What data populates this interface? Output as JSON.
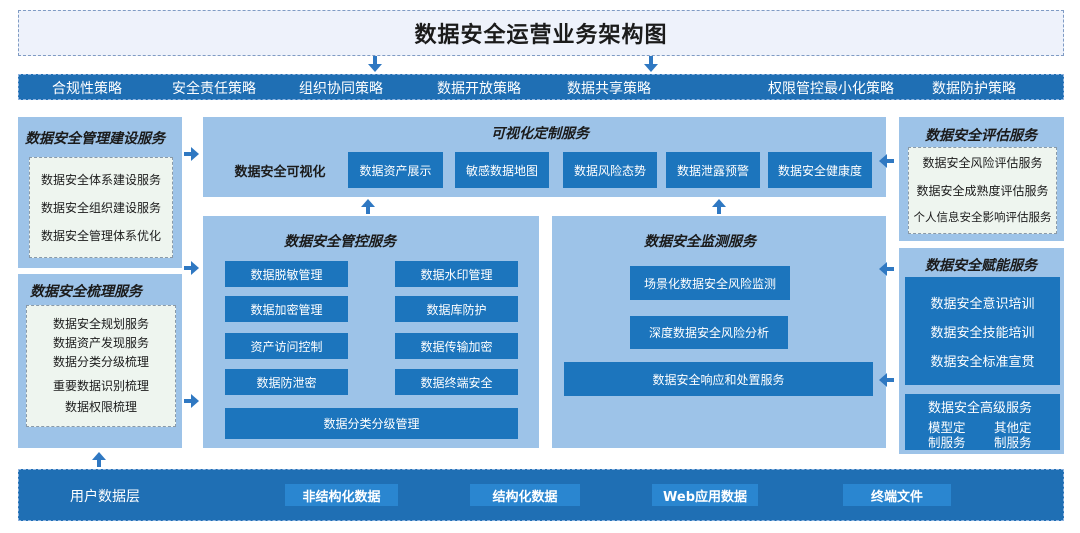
{
  "title": "数据安全运营业务架构图",
  "strategies": [
    "合规性策略",
    "安全责任策略",
    "组织协同策略",
    "数据开放策略",
    "数据共享策略",
    "权限管控最小化策略",
    "数据防护策略"
  ],
  "mgmt_build": {
    "title": "数据安全管理建设服务",
    "items": [
      "数据安全体系建设服务",
      "数据安全组织建设服务",
      "数据安全管理体系优化"
    ]
  },
  "sorting": {
    "title": "数据安全梳理服务",
    "items": [
      "数据安全规划服务",
      "数据资产发现服务",
      "数据分类分级梳理",
      "重要数据识别梳理",
      "数据权限梳理"
    ]
  },
  "visual": {
    "title": "可视化定制服务",
    "label": "数据安全可视化",
    "items": [
      "数据资产展示",
      "敏感数据地图",
      "数据风险态势",
      "数据泄露预警",
      "数据安全健康度"
    ]
  },
  "control": {
    "title": "数据安全管控服务",
    "items": [
      "数据脱敏管理",
      "数据水印管理",
      "数据加密管理",
      "数据库防护",
      "资产访问控制",
      "数据传输加密",
      "数据防泄密",
      "数据终端安全",
      "数据分类分级管理"
    ]
  },
  "monitor": {
    "title": "数据安全监测服务",
    "items": [
      "场景化数据安全风险监测",
      "深度数据安全风险分析",
      "数据安全响应和处置服务"
    ]
  },
  "assess": {
    "title": "数据安全评估服务",
    "items": [
      "数据安全风险评估服务",
      "数据安全成熟度评估服务",
      "个人信息安全影响评估服务"
    ]
  },
  "empower": {
    "title": "数据安全赋能服务",
    "items": [
      "数据安全意识培训",
      "数据安全技能培训",
      "数据安全标准宣贯"
    ]
  },
  "advanced": {
    "title": "数据安全高级服务",
    "left_line1": "模型定",
    "left_line2": "制服务",
    "right_line1": "其他定",
    "right_line2": "制服务"
  },
  "user_layer": {
    "label": "用户数据层",
    "items": [
      "非结构化数据",
      "结构化数据",
      "Web应用数据",
      "终端文件"
    ]
  },
  "colors": {
    "accent": "#1c75bd",
    "panel": "#9dc3e8",
    "bar": "#1f6fb4"
  }
}
